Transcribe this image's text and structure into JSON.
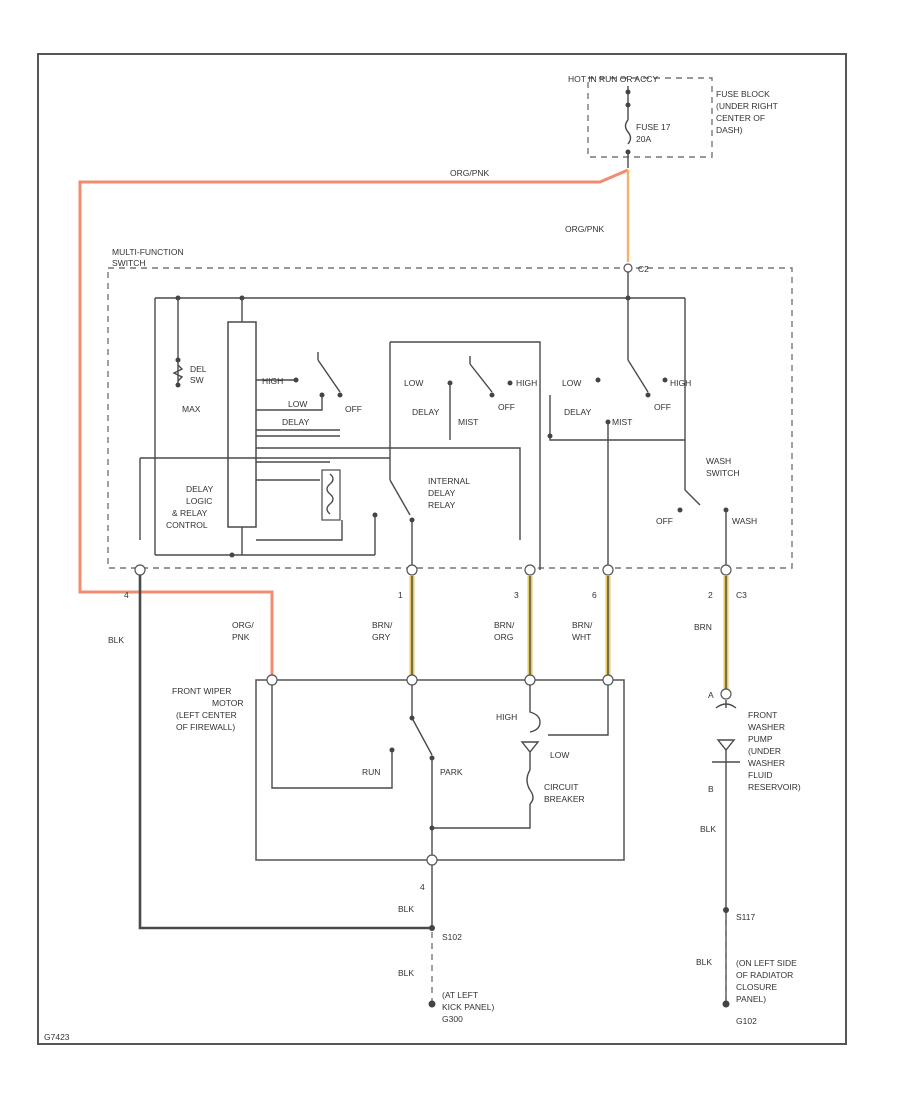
{
  "diagram": {
    "fuse_source": "HOT IN RUN OR ACCY",
    "fuse_block": [
      "FUSE BLOCK",
      "(UNDER RIGHT",
      "CENTER OF",
      "DASH)"
    ],
    "fuse": [
      "FUSE 17",
      "20A"
    ],
    "wire_org_pnk_top": "ORG/PNK",
    "wire_org_pnk_vertical": "ORG/PNK",
    "connector_c2_top": "C2",
    "multifunction_switch": [
      "MULTI-FUNCTION",
      "SWITCH"
    ],
    "delay_switch": {
      "pin": "DEL",
      "sub": "SW",
      "min": "MAX",
      "high": "HIGH",
      "low": "LOW",
      "off": "OFF",
      "delay": "DELAY"
    },
    "switch2": {
      "low": "LOW",
      "high": "HIGH",
      "off": "OFF",
      "delay": "DELAY",
      "mist": "MIST"
    },
    "switch3": {
      "low": "LOW",
      "high": "HIGH",
      "off": "OFF",
      "delay": "DELAY",
      "mist": "MIST"
    },
    "delay_logic": [
      "DELAY",
      "LOGIC",
      "& RELAY",
      "CONTROL"
    ],
    "internal_relay": [
      "INTERNAL",
      "DELAY",
      "RELAY"
    ],
    "wash_switch": {
      "title": [
        "WASH",
        "SWITCH"
      ],
      "off": "OFF",
      "wash": "WASH"
    },
    "pins": {
      "p_left": "4",
      "p1": "1",
      "p3": "3",
      "p6": "6",
      "p2": "2",
      "c3": "C3"
    },
    "wires": {
      "blk_left": "BLK",
      "org_pnk": [
        "ORG/",
        "PNK"
      ],
      "brn_gry": [
        "BRN/",
        "GRY"
      ],
      "brn_org": [
        "BRN/",
        "ORG"
      ],
      "brn_wht": [
        "BRN/",
        "WHT"
      ],
      "brn": "BRN"
    },
    "motor": [
      "FRONT WIPER",
      "MOTOR",
      "(LEFT CENTER",
      "OF FIREWALL)"
    ],
    "motor_labels": {
      "high": "HIGH",
      "low": "LOW",
      "run": "RUN",
      "park": "PARK",
      "breaker": [
        "CIRCUIT",
        "BREAKER"
      ]
    },
    "washer_pump": [
      "FRONT",
      "WASHER",
      "PUMP",
      "(UNDER",
      "WASHER",
      "FLUID",
      "RESERVOIR)"
    ],
    "pump_pins": {
      "a": "A",
      "b": "B"
    },
    "ground_left": {
      "pin": "4",
      "wire1": "BLK",
      "splice": "S102",
      "wire2": "BLK",
      "desc": [
        "(AT LEFT",
        "KICK PANEL)"
      ],
      "id": "G300"
    },
    "ground_right": {
      "wire1": "BLK",
      "splice": "S117",
      "wire2": "BLK",
      "desc": [
        "(ON LEFT SIDE",
        "OF RADIATOR",
        "CLOSURE",
        "PANEL)"
      ],
      "id": "G102"
    },
    "code": "G7423"
  }
}
